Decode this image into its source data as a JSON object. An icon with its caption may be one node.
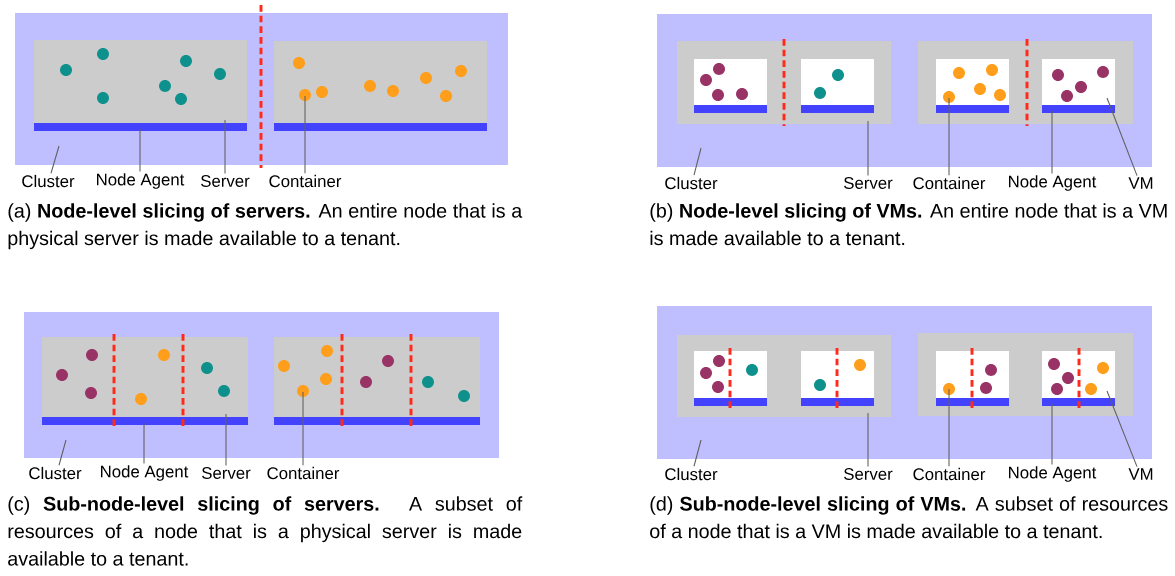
{
  "diagram": {
    "nodes": [
      {
        "text": [],
        "shape": "box"
      },
      {
        "text": [],
        "shape": "box",
        "in": 0
      },
      {
        "text": [],
        "shape": "box",
        "in": 0
      },
      {
        "text": [],
        "shape": "bar",
        "in": 0
      },
      {
        "text": [],
        "shape": "bar",
        "in": 0
      },
      {
        "text": [],
        "shape": "circle",
        "in": 1
      },
      {
        "text": [],
        "shape": "circle",
        "in": 1
      },
      {
        "text": [],
        "shape": "circle",
        "in": 1
      },
      {
        "text": [],
        "shape": "circle",
        "in": 1
      },
      {
        "text": [],
        "shape": "circle",
        "in": 1
      },
      {
        "text": [],
        "shape": "circle",
        "in": 1
      },
      {
        "text": [],
        "shape": "circle",
        "in": 1
      },
      {
        "text": [],
        "shape": "circle",
        "in": 2
      },
      {
        "text": [],
        "shape": "circle",
        "in": 2
      },
      {
        "text": [],
        "shape": "circle",
        "in": 2
      },
      {
        "text": [],
        "shape": "circle",
        "in": 2
      },
      {
        "text": [],
        "shape": "circle",
        "in": 2
      },
      {
        "text": [],
        "shape": "circle",
        "in": 2
      },
      {
        "text": [],
        "shape": "circle",
        "in": 2
      },
      {
        "text": [],
        "shape": "circle",
        "in": 2
      },
      {
        "text": [
          "Cluster"
        ]
      },
      {
        "text": [
          "Node Agent"
        ]
      },
      {
        "text": [
          "Server"
        ]
      },
      {
        "text": [
          "Container"
        ]
      },
      {
        "text": [],
        "shape": "box"
      },
      {
        "text": [],
        "shape": "box",
        "in": 24
      },
      {
        "text": [],
        "shape": "box",
        "in": 24
      },
      {
        "text": [],
        "shape": "box",
        "in": 25
      },
      {
        "text": [],
        "shape": "box",
        "in": 25
      },
      {
        "text": [],
        "shape": "box",
        "in": 26
      },
      {
        "text": [],
        "shape": "box",
        "in": 26
      },
      {
        "text": [],
        "shape": "bar",
        "in": 25
      },
      {
        "text": [],
        "shape": "bar",
        "in": 25
      },
      {
        "text": [],
        "shape": "bar",
        "in": 26
      },
      {
        "text": [],
        "shape": "bar",
        "in": 26
      },
      {
        "text": [],
        "shape": "circle",
        "in": 27
      },
      {
        "text": [],
        "shape": "circle",
        "in": 27
      },
      {
        "text": [],
        "shape": "circle",
        "in": 27
      },
      {
        "text": [],
        "shape": "circle",
        "in": 27
      },
      {
        "text": [],
        "shape": "circle",
        "in": 28
      },
      {
        "text": [],
        "shape": "circle",
        "in": 28
      },
      {
        "text": [],
        "shape": "circle",
        "in": 29
      },
      {
        "text": [],
        "shape": "circle",
        "in": 29
      },
      {
        "text": [],
        "shape": "circle",
        "in": 29
      },
      {
        "text": [],
        "shape": "circle",
        "in": 29
      },
      {
        "text": [],
        "shape": "circle",
        "in": 29
      },
      {
        "text": [],
        "shape": "circle",
        "in": 30
      },
      {
        "text": [],
        "shape": "circle",
        "in": 30
      },
      {
        "text": [],
        "shape": "circle",
        "in": 30
      },
      {
        "text": [],
        "shape": "circle",
        "in": 30
      },
      {
        "text": [
          "Cluster"
        ]
      },
      {
        "text": [
          "Server"
        ]
      },
      {
        "text": [
          "Container"
        ]
      },
      {
        "text": [
          "Node Agent"
        ]
      },
      {
        "text": [
          "VM"
        ]
      },
      {
        "text": [],
        "shape": "box"
      },
      {
        "text": [],
        "shape": "box",
        "in": 55
      },
      {
        "text": [],
        "shape": "box",
        "in": 55
      },
      {
        "text": [],
        "shape": "bar",
        "in": 55
      },
      {
        "text": [],
        "shape": "bar",
        "in": 55
      },
      {
        "text": [],
        "shape": "circle",
        "in": 56
      },
      {
        "text": [],
        "shape": "circle",
        "in": 56
      },
      {
        "text": [],
        "shape": "circle",
        "in": 56
      },
      {
        "text": [],
        "shape": "circle",
        "in": 56
      },
      {
        "text": [],
        "shape": "circle",
        "in": 56
      },
      {
        "text": [],
        "shape": "circle",
        "in": 56
      },
      {
        "text": [],
        "shape": "circle",
        "in": 56
      },
      {
        "text": [],
        "shape": "circle",
        "in": 57
      },
      {
        "text": [],
        "shape": "circle",
        "in": 57
      },
      {
        "text": [],
        "shape": "circle",
        "in": 57
      },
      {
        "text": [],
        "shape": "circle",
        "in": 57
      },
      {
        "text": [],
        "shape": "circle",
        "in": 57
      },
      {
        "text": [],
        "shape": "circle",
        "in": 57
      },
      {
        "text": [],
        "shape": "circle",
        "in": 57
      },
      {
        "text": [],
        "shape": "circle",
        "in": 57
      },
      {
        "text": [
          "Cluster"
        ]
      },
      {
        "text": [
          "Node Agent"
        ]
      },
      {
        "text": [
          "Server"
        ]
      },
      {
        "text": [
          "Container"
        ]
      },
      {
        "text": [],
        "shape": "box"
      },
      {
        "text": [],
        "shape": "box",
        "in": 79
      },
      {
        "text": [],
        "shape": "box",
        "in": 79
      },
      {
        "text": [],
        "shape": "box",
        "in": 80
      },
      {
        "text": [],
        "shape": "box",
        "in": 80
      },
      {
        "text": [],
        "shape": "box",
        "in": 81
      },
      {
        "text": [],
        "shape": "box",
        "in": 81
      },
      {
        "text": [],
        "shape": "bar",
        "in": 80
      },
      {
        "text": [],
        "shape": "bar",
        "in": 80
      },
      {
        "text": [],
        "shape": "bar",
        "in": 81
      },
      {
        "text": [],
        "shape": "bar",
        "in": 81
      },
      {
        "text": [],
        "shape": "circle",
        "in": 82
      },
      {
        "text": [],
        "shape": "circle",
        "in": 82
      },
      {
        "text": [],
        "shape": "circle",
        "in": 82
      },
      {
        "text": [],
        "shape": "circle",
        "in": 82
      },
      {
        "text": [],
        "shape": "circle",
        "in": 83
      },
      {
        "text": [],
        "shape": "circle",
        "in": 83
      },
      {
        "text": [],
        "shape": "circle",
        "in": 84
      },
      {
        "text": [],
        "shape": "circle",
        "in": 84
      },
      {
        "text": [],
        "shape": "circle",
        "in": 84
      },
      {
        "text": [],
        "shape": "circle",
        "in": 85
      },
      {
        "text": [],
        "shape": "circle",
        "in": 85
      },
      {
        "text": [],
        "shape": "circle",
        "in": 85
      },
      {
        "text": [],
        "shape": "circle",
        "in": 85
      },
      {
        "text": [],
        "shape": "circle",
        "in": 85
      },
      {
        "text": [
          "Cluster"
        ]
      },
      {
        "text": [
          "Server"
        ]
      },
      {
        "text": [
          "Container"
        ]
      },
      {
        "text": [
          "Node Agent"
        ]
      },
      {
        "text": [
          "VM"
        ]
      }
    ],
    "edges": [
      {
        "from": 20,
        "to": 0,
        "arrow": "none"
      },
      {
        "from": 21,
        "to": 3,
        "arrow": "none"
      },
      {
        "from": 22,
        "to": 1,
        "arrow": "none"
      },
      {
        "from": 23,
        "to": 13,
        "arrow": "none"
      },
      {
        "from": 50,
        "to": 24,
        "arrow": "none"
      },
      {
        "from": 51,
        "to": 25,
        "arrow": "none"
      },
      {
        "from": 52,
        "to": 45,
        "arrow": "none"
      },
      {
        "from": 53,
        "to": 34,
        "arrow": "none"
      },
      {
        "from": 54,
        "to": 30,
        "arrow": "none"
      },
      {
        "from": 75,
        "to": 55,
        "arrow": "none"
      },
      {
        "from": 76,
        "to": 58,
        "arrow": "none"
      },
      {
        "from": 77,
        "to": 56,
        "arrow": "none"
      },
      {
        "from": 78,
        "to": 70,
        "arrow": "none"
      },
      {
        "from": 104,
        "to": 79,
        "arrow": "none"
      },
      {
        "from": 105,
        "to": 80,
        "arrow": "none"
      },
      {
        "from": 106,
        "to": 96,
        "arrow": "none"
      },
      {
        "from": 107,
        "to": 89,
        "arrow": "none"
      },
      {
        "from": 108,
        "to": 85,
        "arrow": "none"
      }
    ],
    "labels": [
      "(a) **Node-level slicing of servers.** An entire node that is a physical server is made available to a tenant.",
      "(b) **Node-level slicing of VMs.** An entire node that is a VM is made available to a tenant.",
      "(c) **Sub-node-level slicing of servers.** A subset of resources of a node that is a physical server is made available to a tenant.",
      "(d) **Sub-node-level slicing of VMs.** A subset of resources of a node that is a VM is made available to a tenant."
    ]
  }
}
